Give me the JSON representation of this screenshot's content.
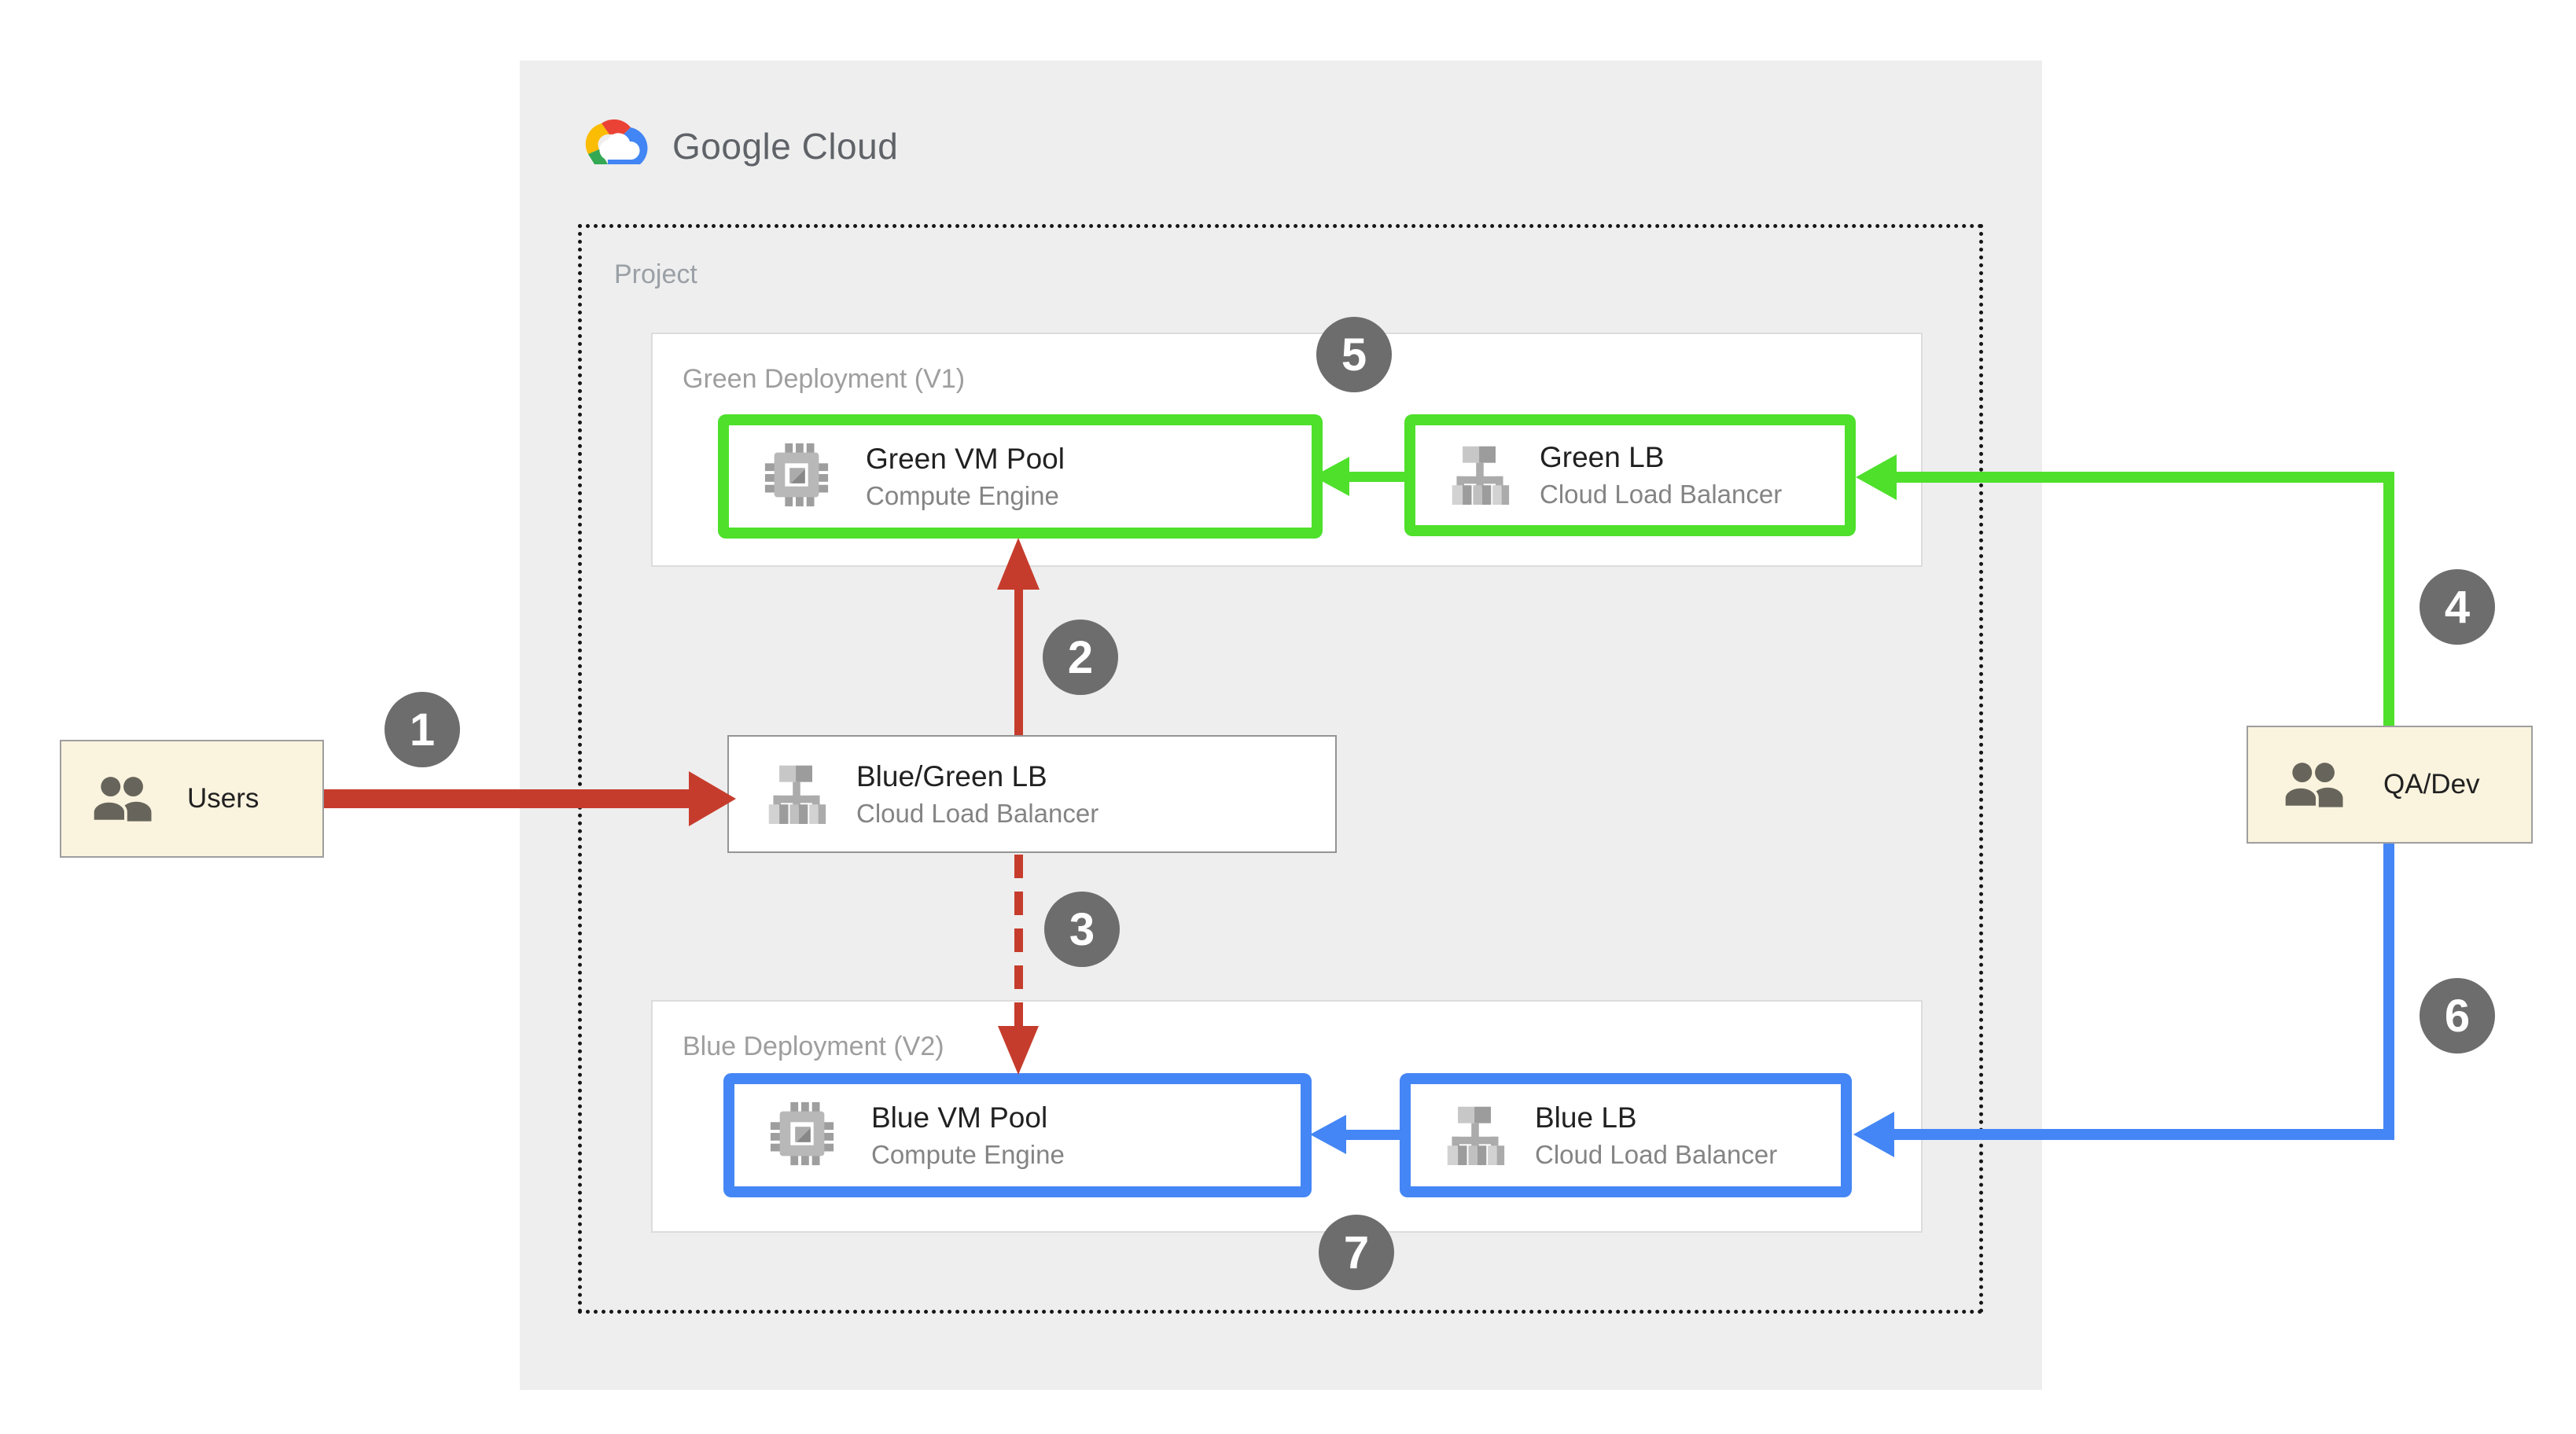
{
  "logo": {
    "text": "Google Cloud"
  },
  "project": {
    "label": "Project"
  },
  "green_deployment": {
    "label": "Green Deployment (V1)",
    "vm_pool": {
      "title": "Green VM Pool",
      "subtitle": "Compute Engine"
    },
    "lb": {
      "title": "Green LB",
      "subtitle": "Cloud Load Balancer"
    }
  },
  "blue_deployment": {
    "label": "Blue Deployment (V2)",
    "vm_pool": {
      "title": "Blue VM Pool",
      "subtitle": "Compute Engine"
    },
    "lb": {
      "title": "Blue LB",
      "subtitle": "Cloud Load Balancer"
    }
  },
  "central_lb": {
    "title": "Blue/Green LB",
    "subtitle": "Cloud Load Balancer"
  },
  "actors": {
    "users": {
      "label": "Users"
    },
    "qa_dev": {
      "label": "QA/Dev"
    }
  },
  "steps": {
    "s1": "1",
    "s2": "2",
    "s3": "3",
    "s4": "4",
    "s5": "5",
    "s6": "6",
    "s7": "7"
  },
  "colors": {
    "outer_background": "#eeeeee",
    "green": "#4ee02b",
    "blue": "#4486f5",
    "red": "#c63c2c",
    "badge_gray": "#6d6d6d",
    "actor_cream": "#faf3de",
    "label_gray": "#9e9e9e",
    "title_dark": "#212121",
    "logo_gray": "#5f6368"
  }
}
